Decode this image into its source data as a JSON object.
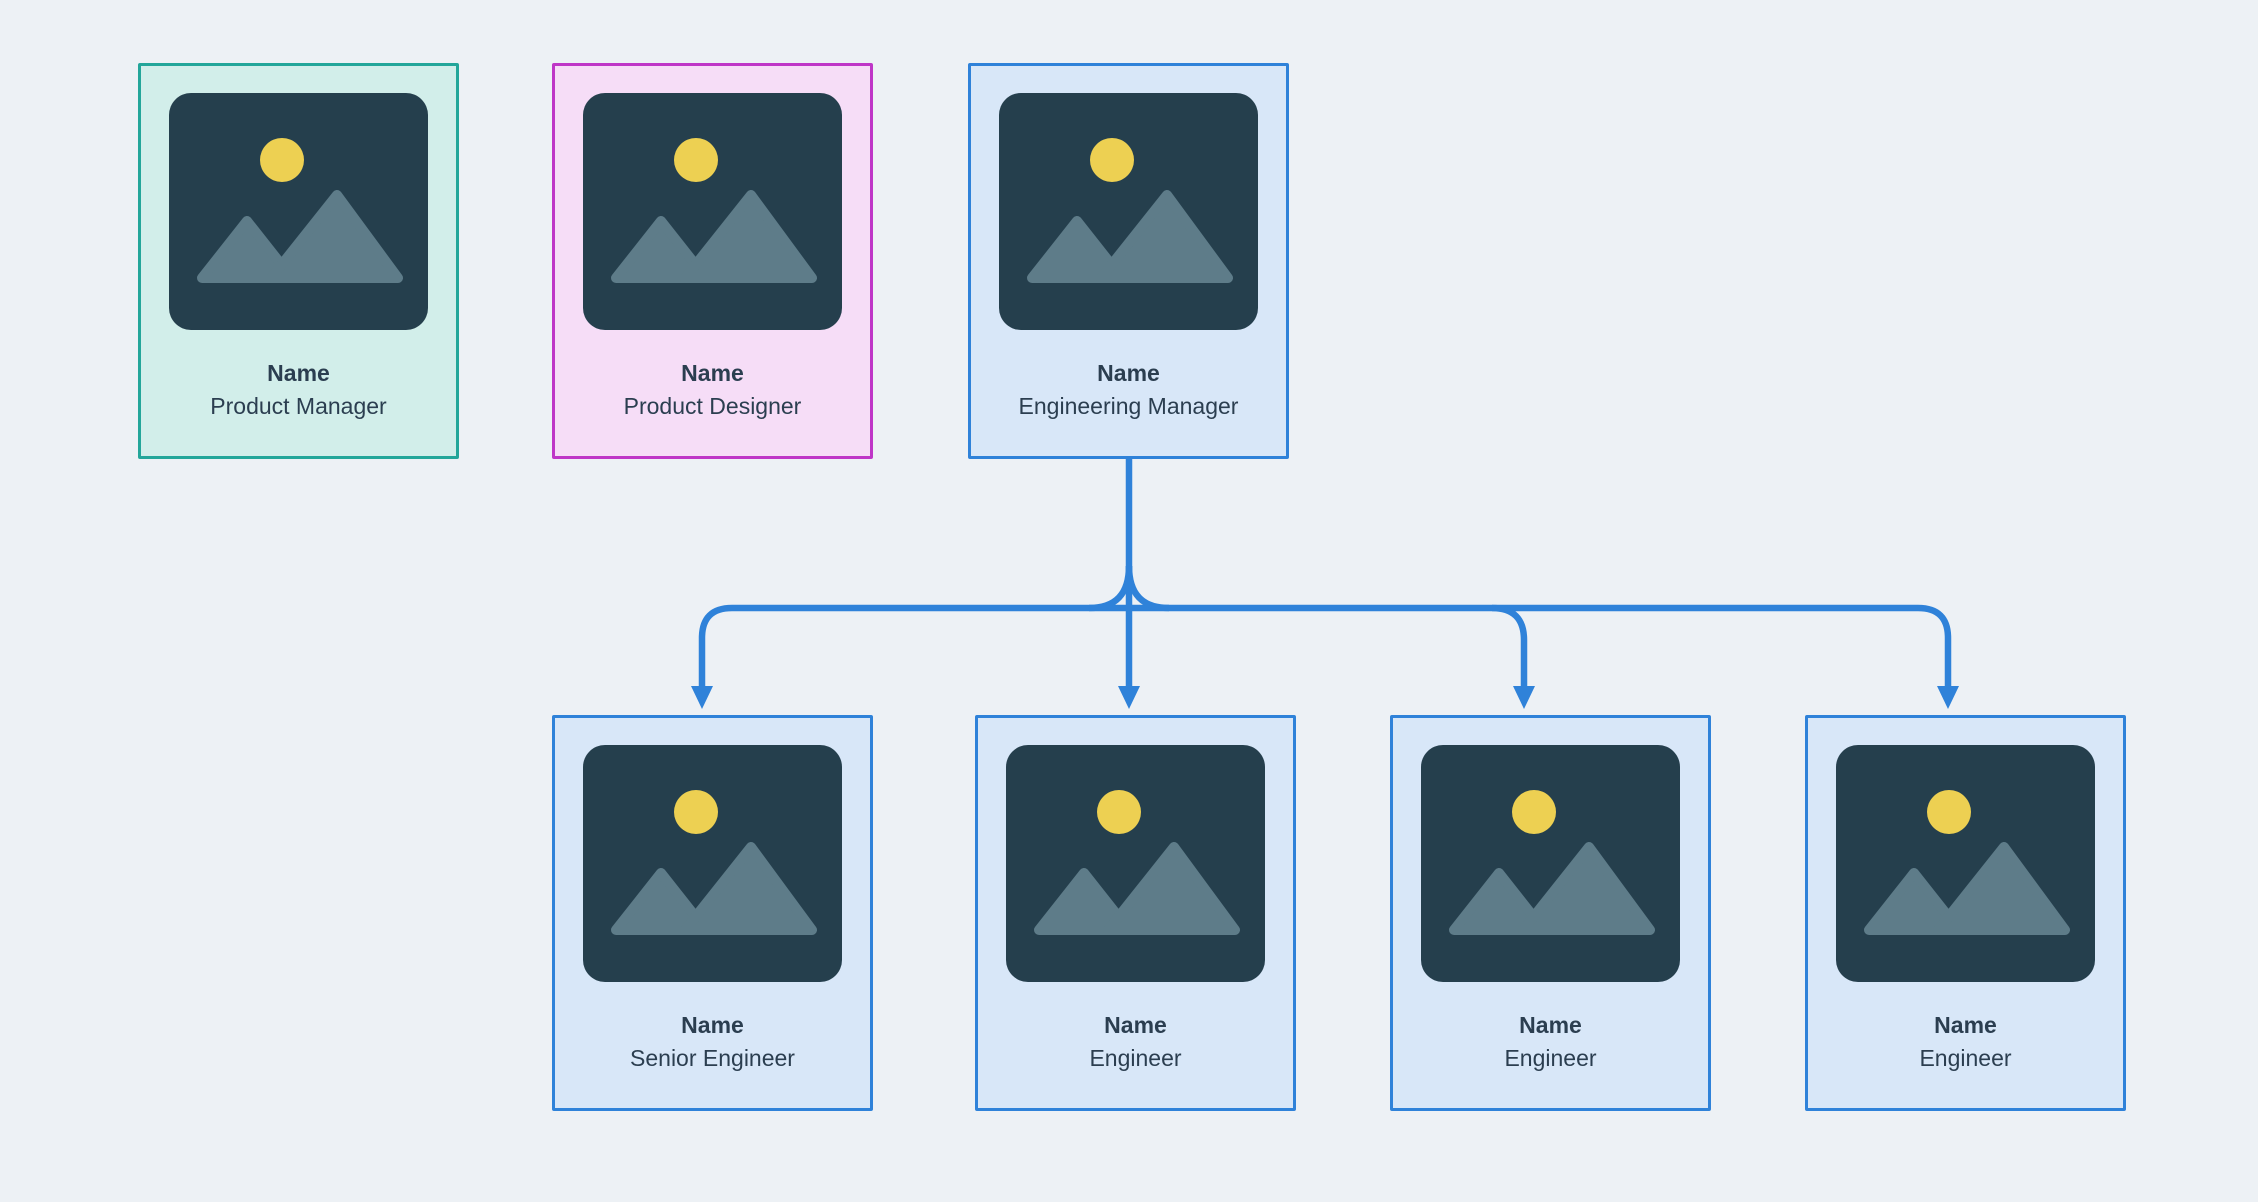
{
  "diagram": {
    "type": "org-chart",
    "background": "#edf1f5",
    "palette": {
      "teal_border": "#23a69a",
      "teal_fill": "#d2eeea",
      "magenta_border": "#bf36c7",
      "magenta_fill": "#f6ddf7",
      "blue_border": "#2f82d9",
      "blue_fill": "#d8e7f8",
      "connector": "#2f82d9",
      "photo_background": "#253f4d",
      "sun": "#edd052",
      "mountains": "#5e7c89",
      "text": "#2b3e50"
    },
    "cards": [
      {
        "id": "product-manager",
        "name": "Name",
        "role": "Product Manager",
        "variant": "teal",
        "row": "top"
      },
      {
        "id": "product-designer",
        "name": "Name",
        "role": "Product Designer",
        "variant": "magenta",
        "row": "top"
      },
      {
        "id": "engineering-manager",
        "name": "Name",
        "role": "Engineering Manager",
        "variant": "blue",
        "row": "top"
      },
      {
        "id": "senior-engineer",
        "name": "Name",
        "role": "Senior Engineer",
        "variant": "blue",
        "row": "bottom"
      },
      {
        "id": "engineer-1",
        "name": "Name",
        "role": "Engineer",
        "variant": "blue",
        "row": "bottom"
      },
      {
        "id": "engineer-2",
        "name": "Name",
        "role": "Engineer",
        "variant": "blue",
        "row": "bottom"
      },
      {
        "id": "engineer-3",
        "name": "Name",
        "role": "Engineer",
        "variant": "blue",
        "row": "bottom"
      }
    ],
    "connections": [
      {
        "from": "engineering-manager",
        "to": "senior-engineer",
        "arrow": true
      },
      {
        "from": "engineering-manager",
        "to": "engineer-1",
        "arrow": true
      },
      {
        "from": "engineering-manager",
        "to": "engineer-2",
        "arrow": true
      },
      {
        "from": "engineering-manager",
        "to": "engineer-3",
        "arrow": true
      }
    ],
    "icon": "photo-placeholder"
  }
}
